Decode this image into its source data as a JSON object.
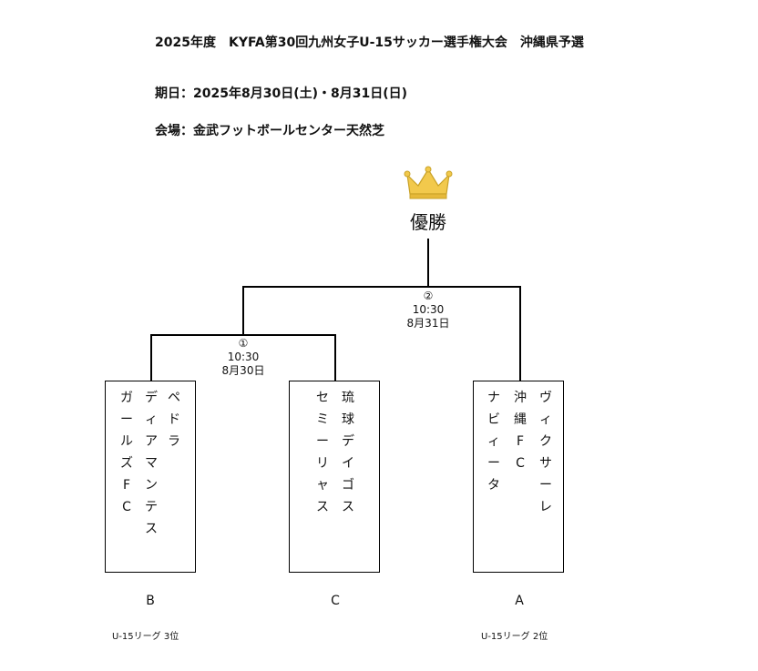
{
  "header": {
    "title": "2025年度　KYFA第30回九州女子U-15サッカー選手権大会　沖縄県予選",
    "date": "期日：2025年8月30日(土)・8月31日(日)",
    "venue": "会場：金武フットボールセンター天然芝"
  },
  "bracket": {
    "champion_label": "優勝",
    "icon": "crown-icon",
    "crown_color": "#f2c94c",
    "final": {
      "number": "②",
      "time": "10:30",
      "date": "8月31日"
    },
    "semifinal": {
      "number": "①",
      "time": "10:30",
      "date": "8月30日"
    }
  },
  "teams": [
    {
      "columns": [
        "ペドラ",
        "ディアマンテス",
        "ガールズFC"
      ],
      "seed": "B",
      "rank": "U-15リーグ 3位"
    },
    {
      "columns": [
        "琉球デイゴス",
        "セミーリャス"
      ],
      "seed": "C",
      "rank": ""
    },
    {
      "columns": [
        "ヴィクサーレ",
        "沖縄FC",
        "ナビィータ"
      ],
      "seed": "A",
      "rank": "U-15リーグ 2位"
    }
  ]
}
